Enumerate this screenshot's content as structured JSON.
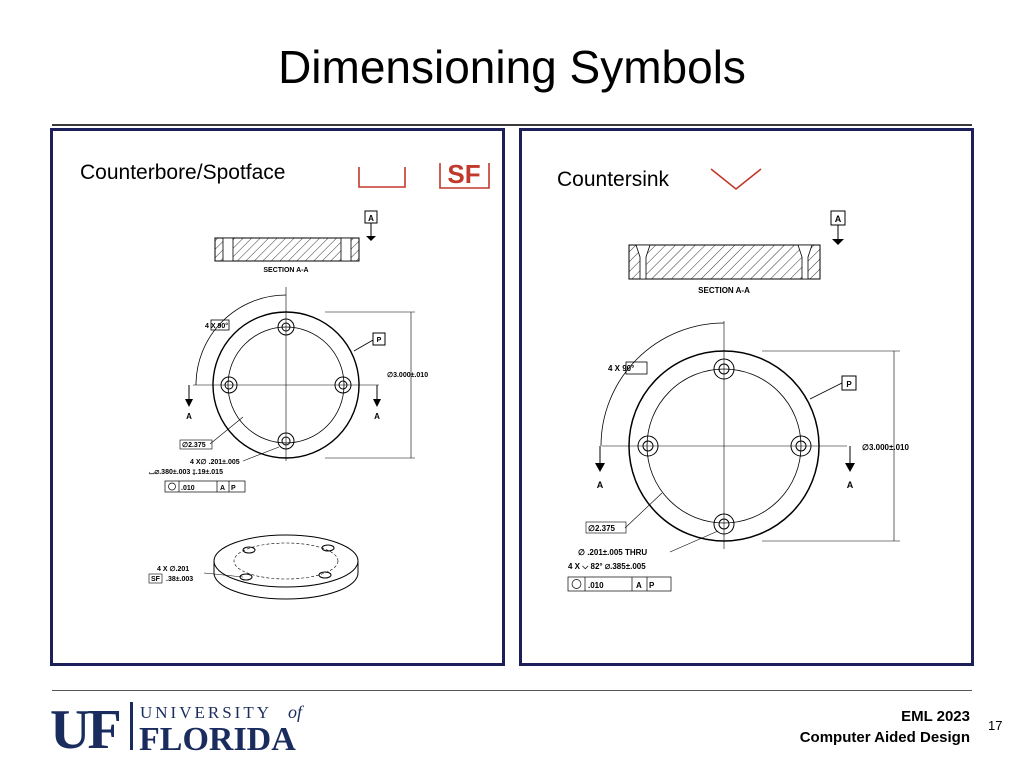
{
  "slide": {
    "title": "Dimensioning Symbols",
    "page_number": "17"
  },
  "left_panel": {
    "label": "Counterbore/Spotface",
    "sf_symbol": "SF",
    "drawing": {
      "datum": "A",
      "section": "SECTION A-A",
      "angle": "4 X 90°",
      "profile": "P",
      "diameter": "∅3.000±.010",
      "bolt_circle": "∅2.375",
      "hole_note_1": "4 X∅ .201±.005",
      "hole_note_2": "⌴∅.380±.003 ↧.19±.015",
      "fcf": ".010",
      "fcf_datum": "A",
      "fcf_p": "P",
      "cut_a1": "A",
      "cut_a2": "A",
      "iso_note_1": "4 X ∅.201",
      "iso_note_2": ".38±.003",
      "iso_sf": "SF"
    }
  },
  "right_panel": {
    "label": "Countersink",
    "drawing": {
      "datum": "A",
      "section": "SECTION A-A",
      "angle": "4 X 90°",
      "profile": "P",
      "diameter": "∅3.000±.010",
      "bolt_circle": "∅2.375",
      "hole_note_1": "∅ .201±.005 THRU",
      "hole_note_2": "4 X ⌵ 82° ∅.385±.005",
      "fcf": ".010",
      "fcf_datum": "A",
      "fcf_p": "P",
      "cut_a1": "A",
      "cut_a2": "A"
    }
  },
  "footer": {
    "logo_uf": "UF",
    "logo_university": "UNIVERSITY",
    "logo_of": "of",
    "logo_florida": "FLORIDA",
    "course_code": "EML 2023",
    "course_name": "Computer Aided Design"
  },
  "colors": {
    "panel_border": "#1c1f5a",
    "symbol_red": "#c0392b",
    "uf_blue": "#1a2b5e"
  }
}
